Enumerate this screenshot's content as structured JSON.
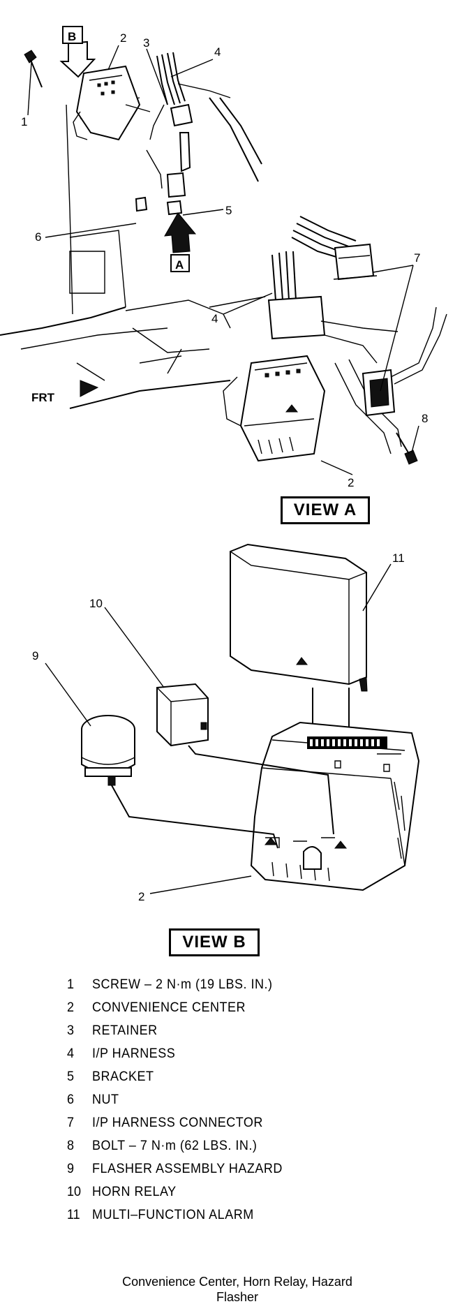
{
  "callouts": {
    "top": [
      "1",
      "2",
      "3",
      "4",
      "5",
      "6"
    ],
    "view_a": [
      "7",
      "4",
      "8",
      "2"
    ],
    "view_b": [
      "11",
      "10",
      "9",
      "2"
    ],
    "arrow_b": "B",
    "arrow_a": "A",
    "frt": "FRT"
  },
  "view_a_label": "VIEW A",
  "view_b_label": "VIEW B",
  "legend": [
    {
      "num": "1",
      "text": "SCREW – 2 N·m (19 LBS. IN.)"
    },
    {
      "num": "2",
      "text": "CONVENIENCE CENTER"
    },
    {
      "num": "3",
      "text": "RETAINER"
    },
    {
      "num": "4",
      "text": "I/P HARNESS"
    },
    {
      "num": "5",
      "text": "BRACKET"
    },
    {
      "num": "6",
      "text": "NUT"
    },
    {
      "num": "7",
      "text": "I/P HARNESS CONNECTOR"
    },
    {
      "num": "8",
      "text": "BOLT – 7 N·m (62 LBS. IN.)"
    },
    {
      "num": "9",
      "text": "FLASHER ASSEMBLY HAZARD"
    },
    {
      "num": "10",
      "text": "HORN RELAY"
    },
    {
      "num": "11",
      "text": "MULTI–FUNCTION ALARM"
    }
  ],
  "caption": {
    "line1": "Convenience Center, Horn Relay, Hazard",
    "line2": "Flasher"
  }
}
